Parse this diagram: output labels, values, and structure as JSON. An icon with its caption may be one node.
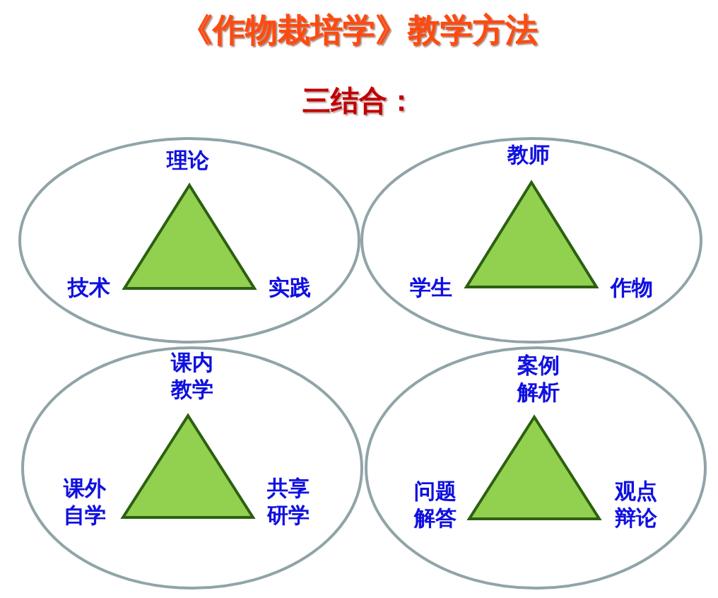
{
  "diagram": {
    "title": "《作物栽培学》教学方法",
    "nodes": [
      {
        "text": [],
        "shape": "ellipse"
      },
      {
        "text": [],
        "shape": "triangle",
        "in": 0,
        "beside": [
          "理论",
          "技术",
          "实践"
        ]
      },
      {
        "text": [],
        "shape": "ellipse"
      },
      {
        "text": [],
        "shape": "triangle",
        "in": 2,
        "beside": [
          "教师",
          "学生",
          "作物"
        ]
      },
      {
        "text": [],
        "shape": "ellipse"
      },
      {
        "text": [],
        "shape": "triangle",
        "in": 4,
        "beside": [
          "课内教学",
          "课外自学",
          "共享研学"
        ]
      },
      {
        "text": [],
        "shape": "ellipse"
      },
      {
        "text": [],
        "shape": "triangle",
        "in": 6,
        "beside": [
          "案例解析",
          "问题解答",
          "观点辩论"
        ]
      }
    ],
    "labels": [
      "三结合："
    ]
  }
}
